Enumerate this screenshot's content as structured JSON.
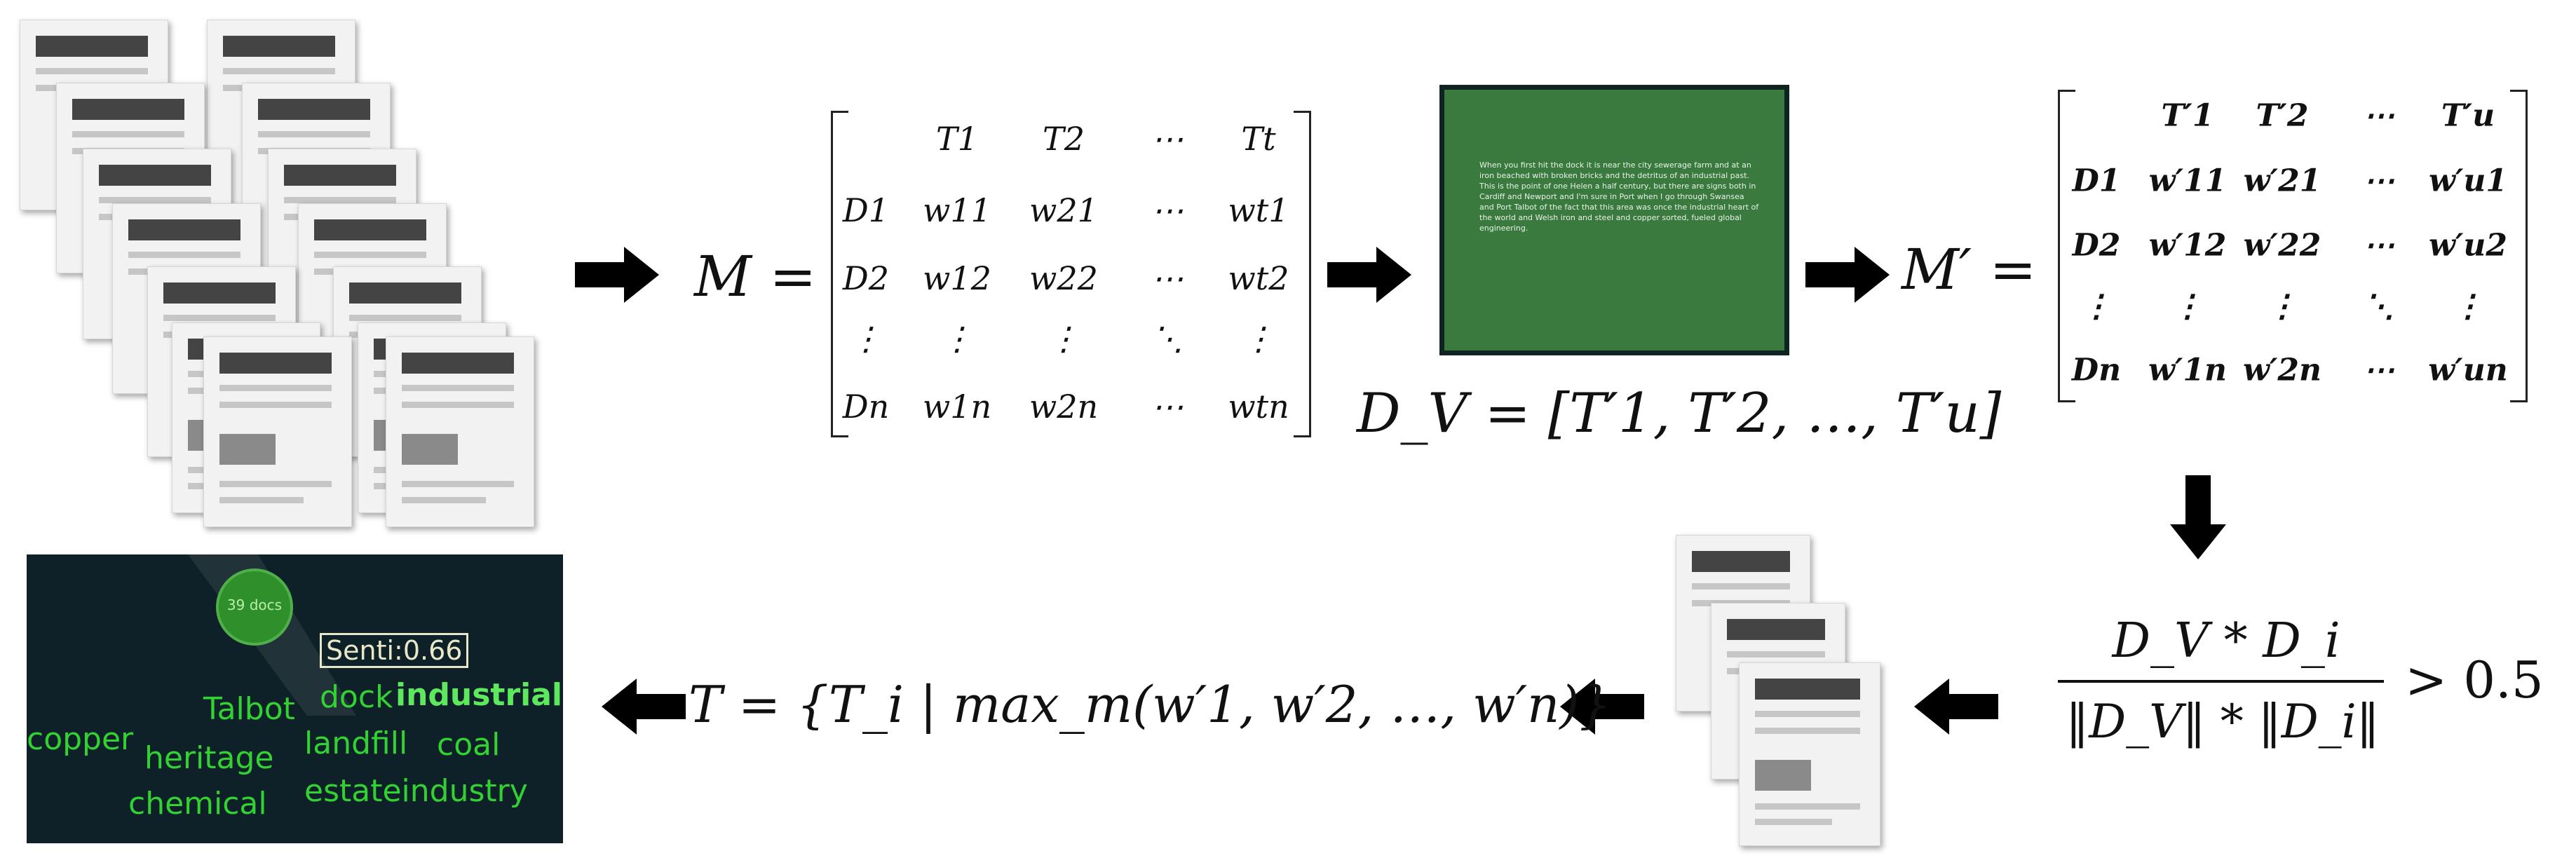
{
  "matrix_M": {
    "lhs": "M =",
    "header": [
      "T1",
      "T2",
      "⋯",
      "Tt"
    ],
    "rows": [
      [
        "D1",
        "w11",
        "w21",
        "⋯",
        "wt1"
      ],
      [
        "D2",
        "w12",
        "w22",
        "⋯",
        "wt2"
      ],
      [
        "⋮",
        "⋮",
        "⋮",
        "⋱",
        "⋮"
      ],
      [
        "Dn",
        "w1n",
        "w2n",
        "⋯",
        "wtn"
      ]
    ]
  },
  "matrix_M_prime": {
    "lhs": "M′ =",
    "header": [
      "T′1",
      "T′2",
      "⋯",
      "T′u"
    ],
    "rows": [
      [
        "D1",
        "w′11",
        "w′21",
        "⋯",
        "w′u1"
      ],
      [
        "D2",
        "w′12",
        "w′22",
        "⋯",
        "w′u2"
      ],
      [
        "⋮",
        "⋮",
        "⋮",
        "⋱",
        "⋮"
      ],
      [
        "Dn",
        "w′1n",
        "w′2n",
        "⋯",
        "w′un"
      ]
    ]
  },
  "dv_formula": "D_V = [T′1, T′2, …, T′u]",
  "similarity_formula": {
    "numerator": "D_V * D_i",
    "denominator": "‖D_V‖ * ‖D_i‖",
    "comparison": "> 0.5"
  },
  "topic_formula": "T = {T_i | max_m(w′1, w′2, …, w′n)}",
  "text_viz": {
    "text": "When you first hit the dock it is near the city sewerage farm and at an iron beached with broken bricks and the detritus of an industrial past. This is the point of one Helen a half century, but there are signs both in Cardiff and Newport and I'm sure in Port when I go through Swansea and Port Talbot of the fact that this area was once the industrial heart of the world and Welsh iron and steel and copper sorted, fueled global engineering."
  },
  "word_cloud": {
    "center_label": "39 docs",
    "sentiment_label": "Senti:0.66",
    "words": [
      {
        "text": "Talbot"
      },
      {
        "text": "dock"
      },
      {
        "text": "industrial"
      },
      {
        "text": "copper"
      },
      {
        "text": "heritage"
      },
      {
        "text": "landfill"
      },
      {
        "text": "coal"
      },
      {
        "text": "chemical"
      },
      {
        "text": "estateindustry"
      }
    ],
    "colors": {
      "background": "#0e2128",
      "word": "#32d232",
      "circle": "#2f8f2a",
      "sentiment_border": "#e6e6c8"
    }
  }
}
